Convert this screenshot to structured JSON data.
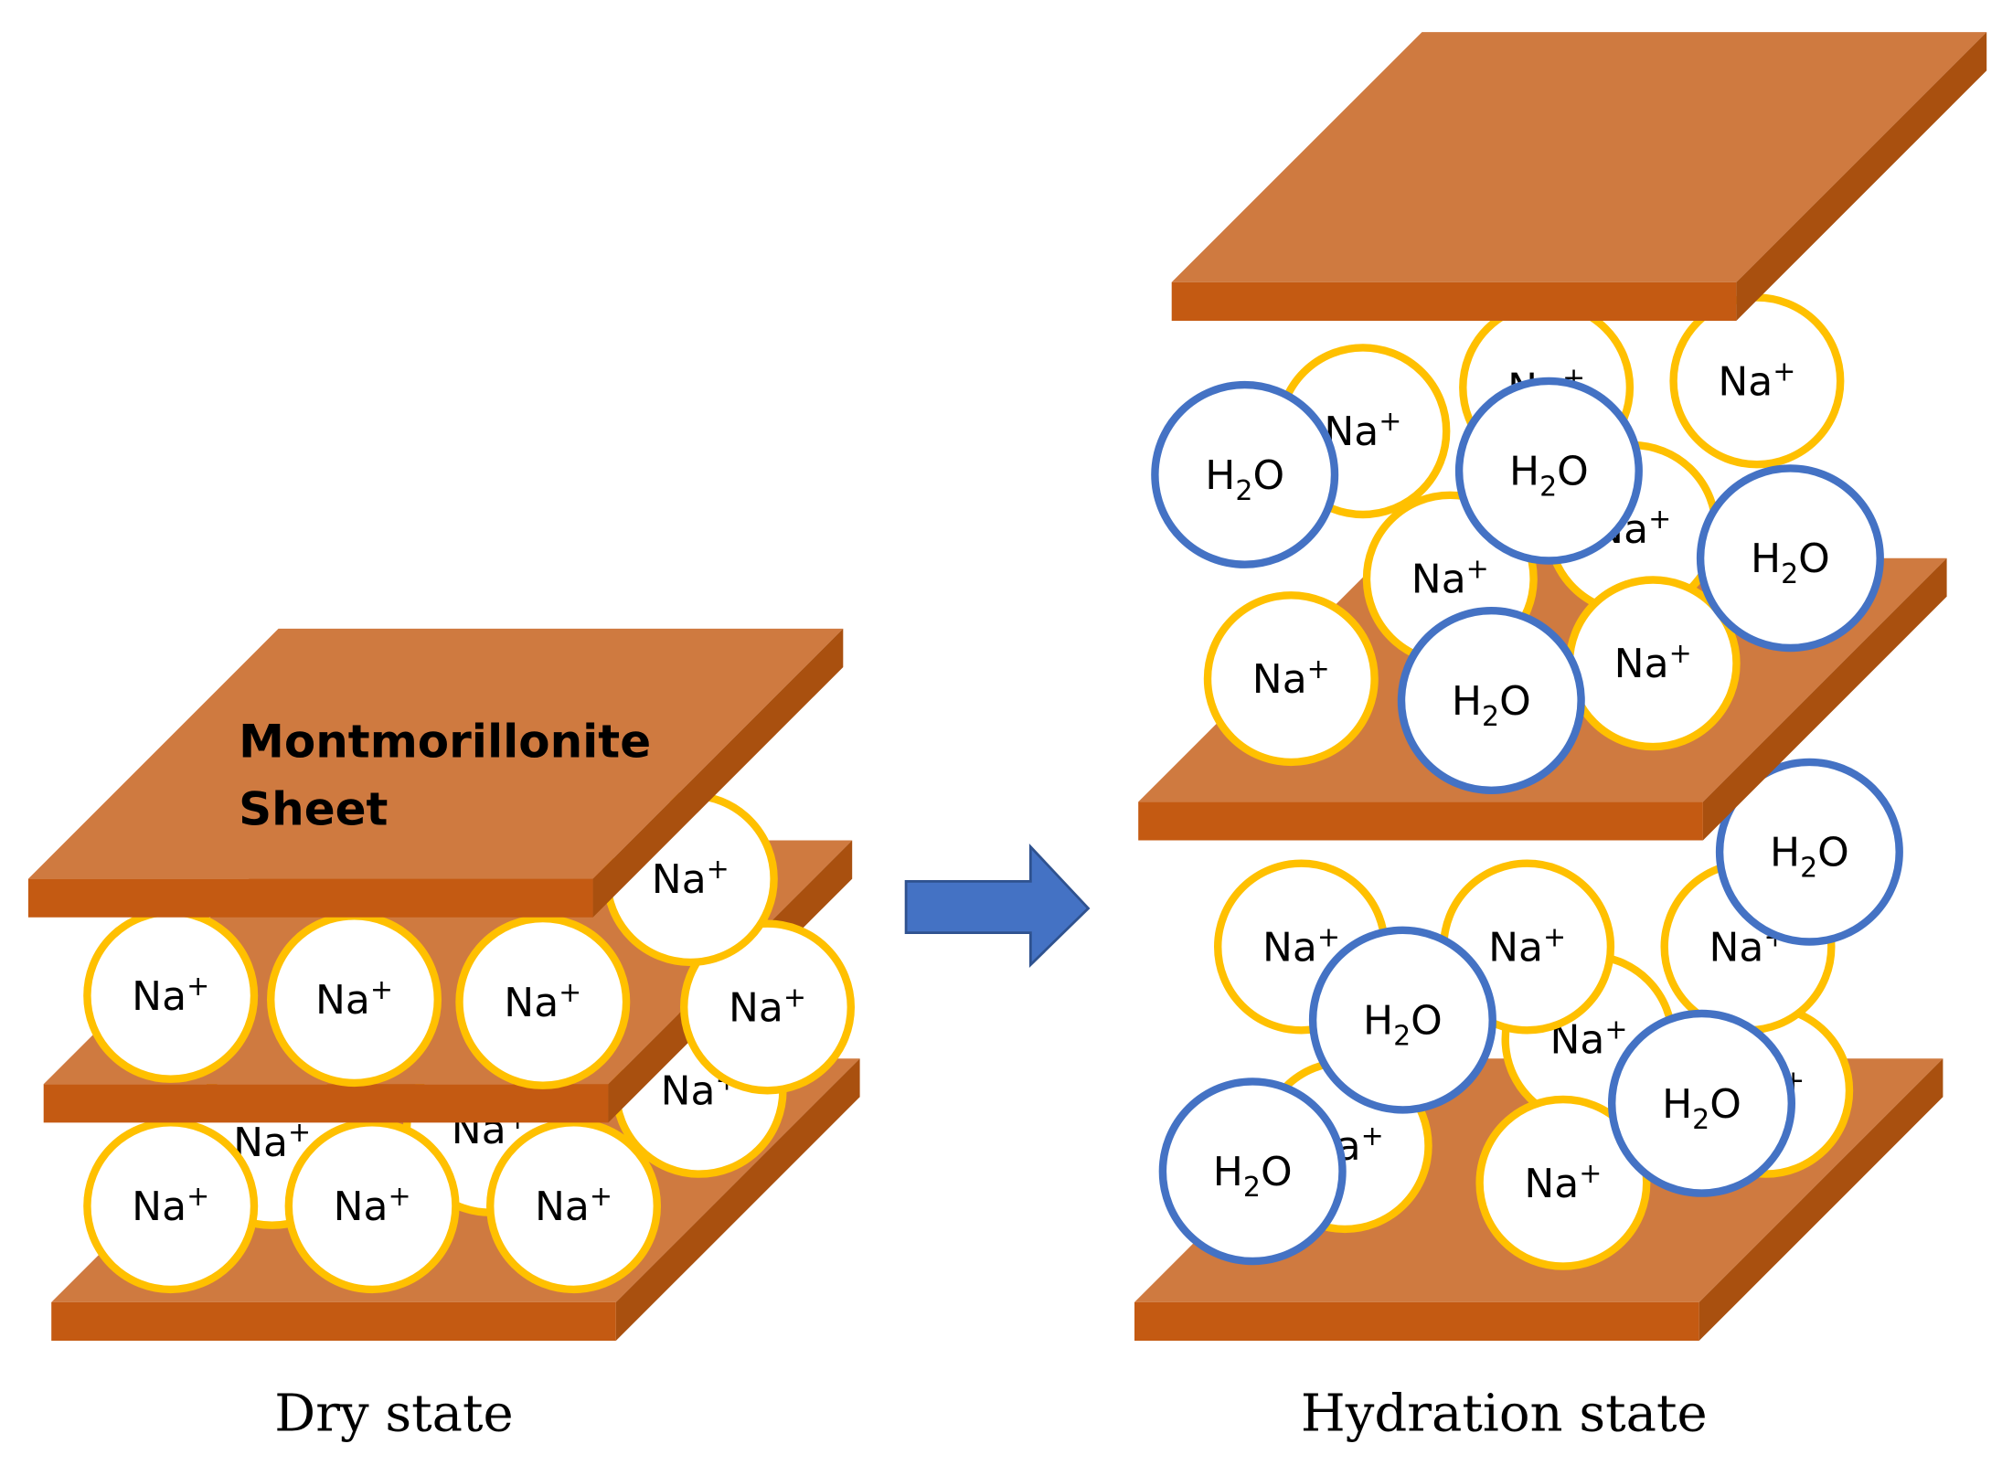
{
  "colors": {
    "sheet_top": "#CF7A40",
    "sheet_front": "#C45A12",
    "sheet_side": "#A9500F",
    "sodium_ring": "#FFC000",
    "water_ring": "#4472C4",
    "arrow_fill": "#4472C4",
    "arrow_stroke": "#2F528F"
  },
  "labels": {
    "sheet_title_line1": "Montmorillonite",
    "sheet_title_line2": "Sheet",
    "dry_caption": "Dry state",
    "hydration_caption": "Hydration state"
  },
  "ions": {
    "sodium": {
      "base": "Na",
      "sup": "+"
    },
    "water": {
      "pre": "H",
      "sub": "2",
      "post": "O"
    }
  },
  "icons": {
    "sodium": "sodium-ion-circle",
    "water": "water-molecule-circle",
    "arrow": "right-arrow-icon",
    "sheet": "clay-sheet-slab"
  }
}
